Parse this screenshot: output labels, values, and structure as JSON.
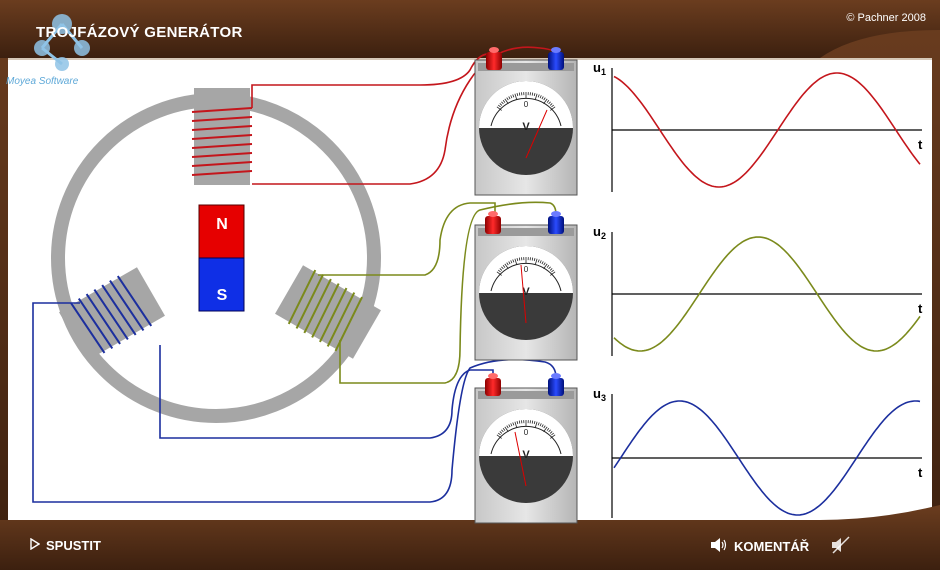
{
  "header": {
    "title": "TROJFÁZOVÝ GENERÁTOR",
    "copyright": "© Pachner 2008"
  },
  "logo": {
    "text": "Moyea Software"
  },
  "magnet": {
    "north": "N",
    "south": "S"
  },
  "voltmeters": [
    {
      "scale_zero": "0",
      "unit": "V",
      "needle_position": 0.55
    },
    {
      "scale_zero": "0",
      "unit": "V",
      "needle_position": -0.05
    },
    {
      "scale_zero": "0",
      "unit": "V",
      "needle_position": -0.1
    }
  ],
  "graphs": [
    {
      "label": "u",
      "subscript": "1",
      "time_label": "t",
      "color": "#c4161c"
    },
    {
      "label": "u",
      "subscript": "2",
      "time_label": "t",
      "color": "#7b8a1c"
    },
    {
      "label": "u",
      "subscript": "3",
      "time_label": "t",
      "color": "#1c2f9e"
    }
  ],
  "footer": {
    "start_label": "SPUSTIT",
    "comment_label": "KOMENTÁŘ"
  },
  "colors": {
    "frame": "#4a2a16",
    "phase1": "#c4161c",
    "phase2": "#7b8a1c",
    "phase3": "#1c2f9e",
    "stator": "#a6a6a6"
  }
}
